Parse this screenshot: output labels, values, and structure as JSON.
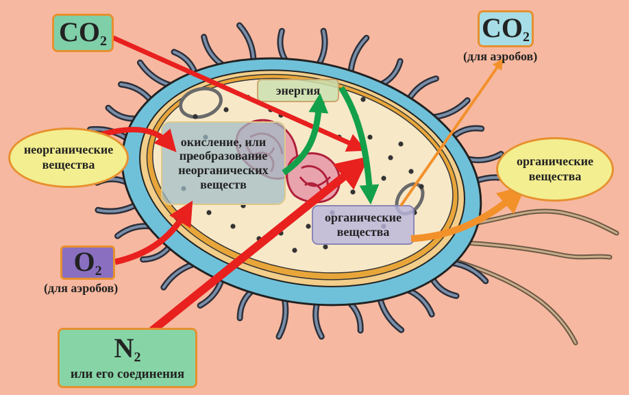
{
  "labels": {
    "co2_in": {
      "base": "CO",
      "sub": "2"
    },
    "co2_out": {
      "base": "CO",
      "sub": "2",
      "note": "(для аэробов)"
    },
    "o2": {
      "base": "O",
      "sub": "2",
      "note": "(для аэробов)"
    },
    "n2": {
      "base": "N",
      "sub": "2",
      "note": "или его соединения"
    },
    "inorganic": "неорганические вещества",
    "organic_out": "органические вещества",
    "oxidation": "окисление, или преобразование неорганических веществ",
    "energy": "энергия",
    "organic_in": "органические вещества"
  },
  "colors": {
    "background": "#f6b8a0",
    "co2_box": "#7fcfa8",
    "co2_out_box": "#a6dde6",
    "o2_box": "#8a6fc0",
    "n2_box": "#87d4a6",
    "ellipse": "#f3ee8f",
    "arrow_red": "#e8201e",
    "arrow_green": "#13a04a",
    "arrow_orange": "#f2902a"
  }
}
